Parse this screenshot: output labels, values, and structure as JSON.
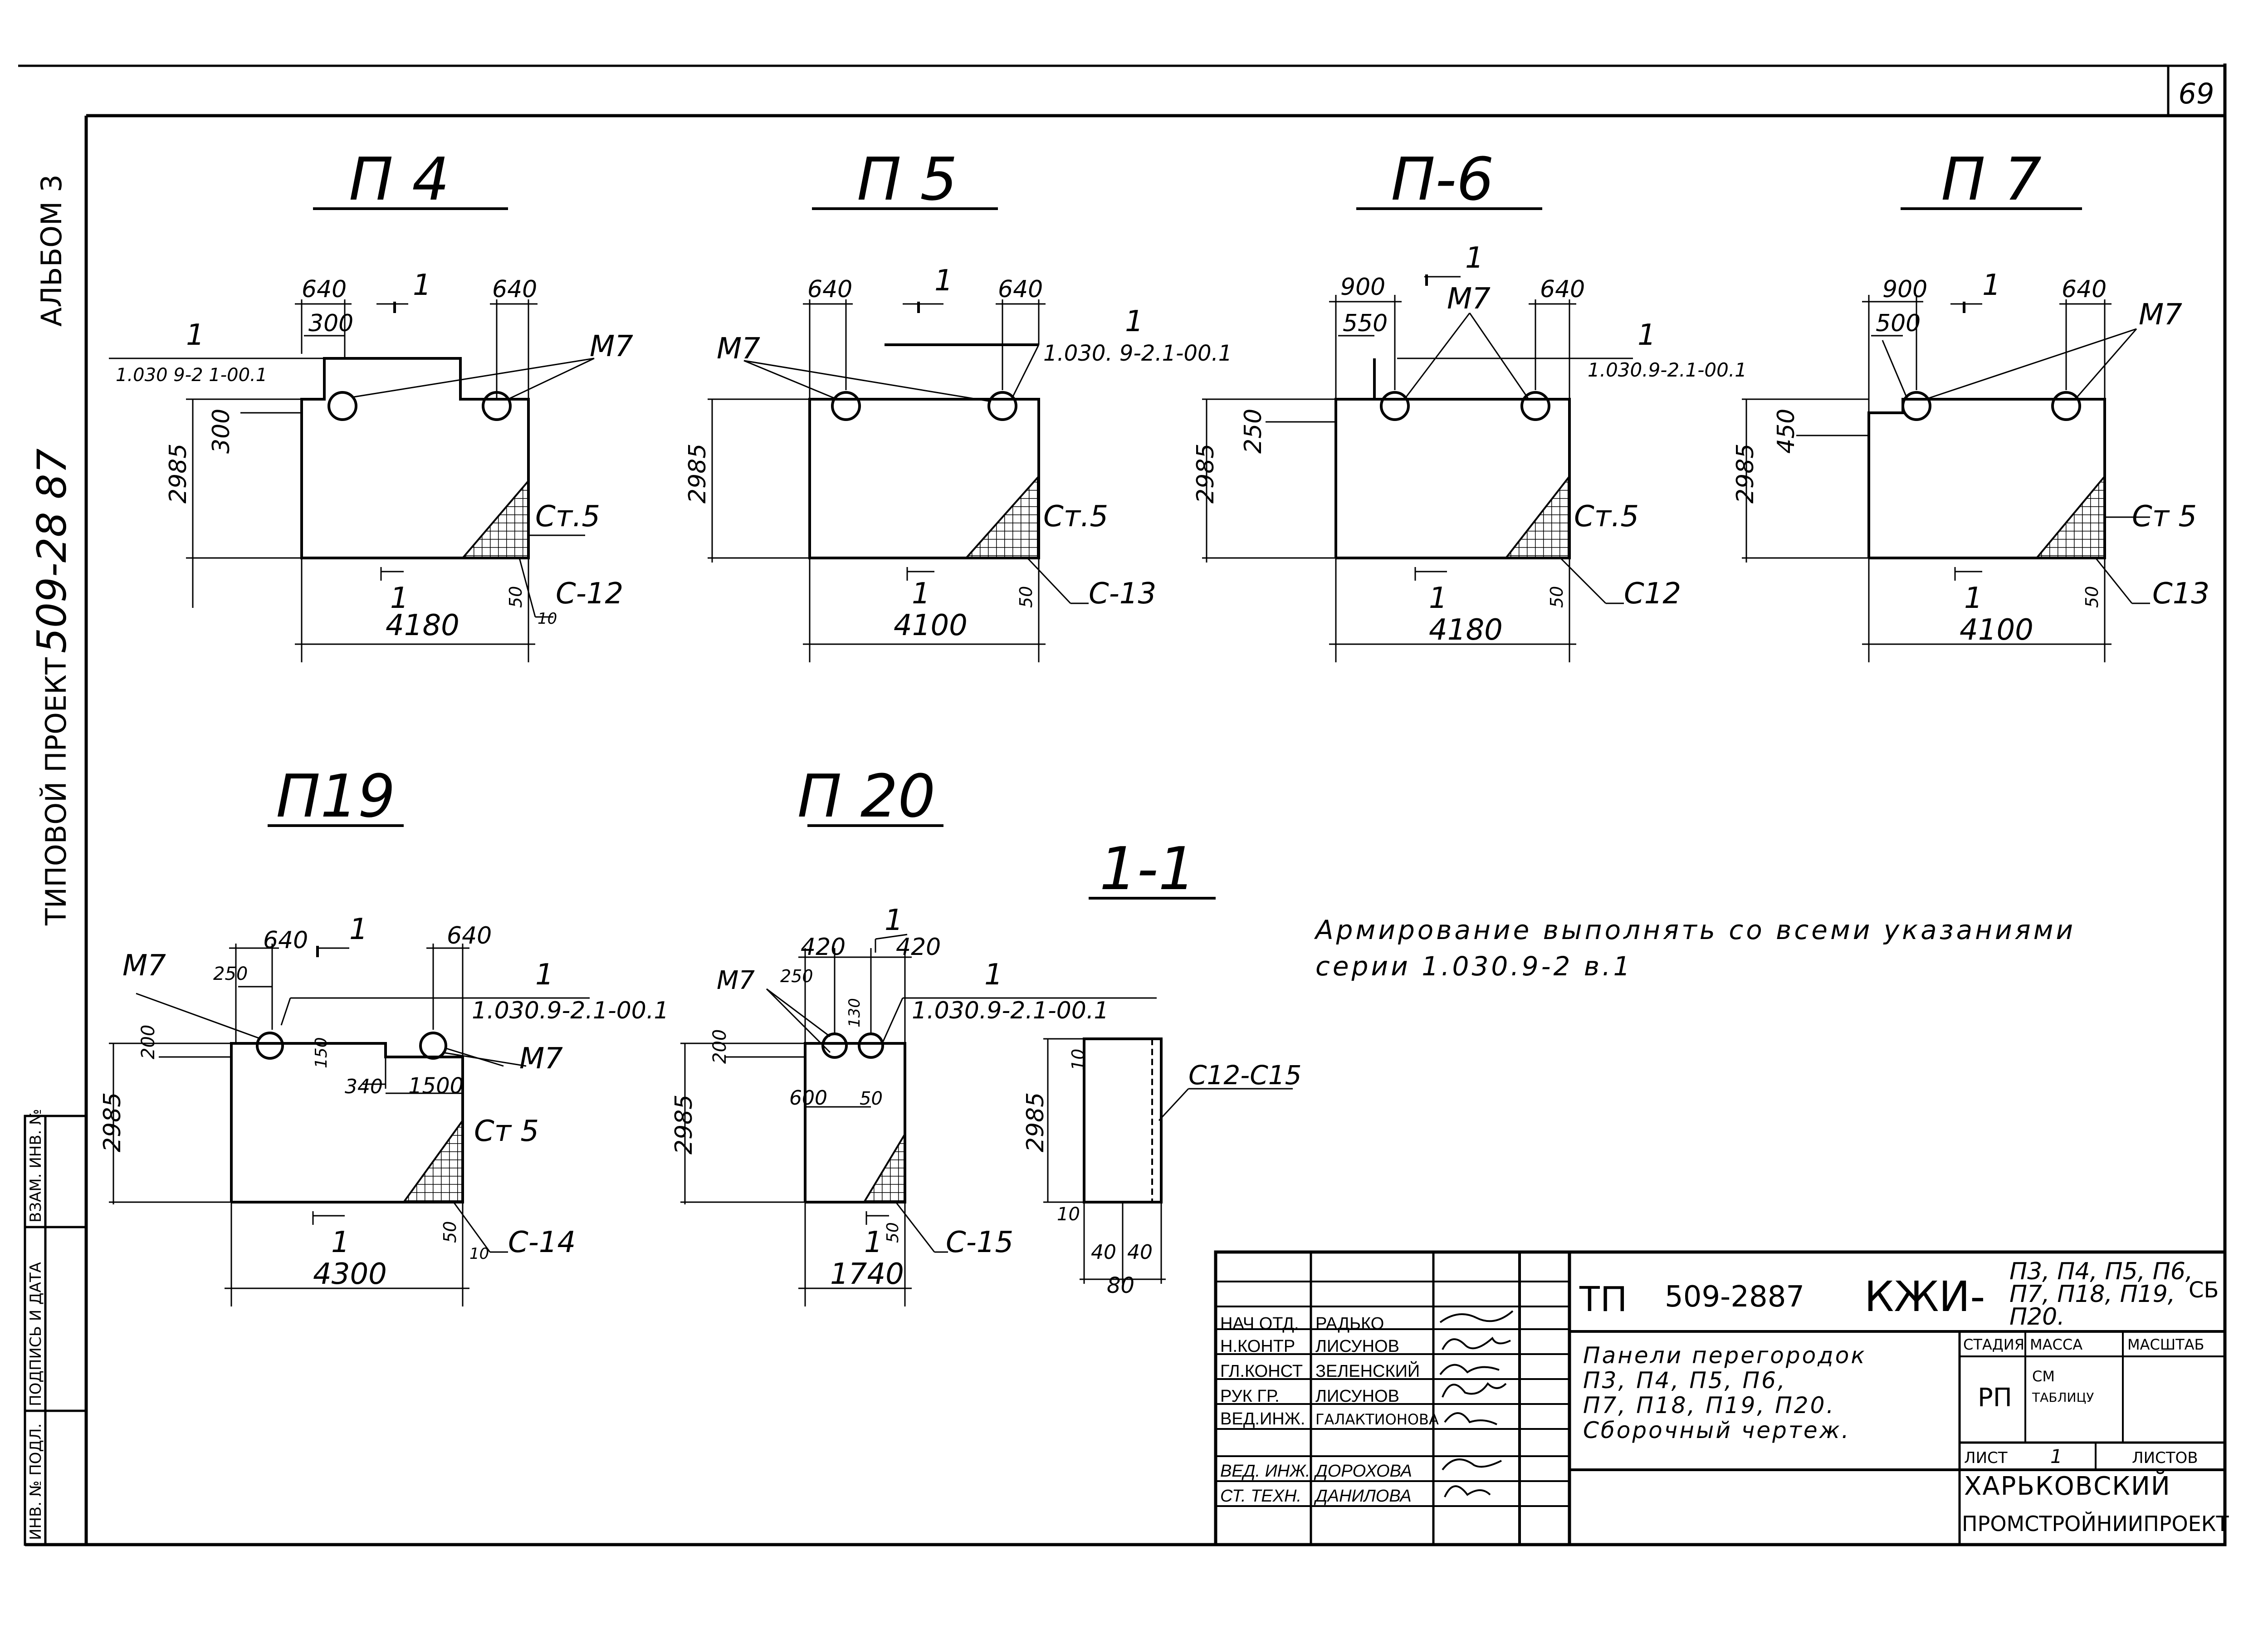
{
  "sheet": {
    "page_number": "69",
    "side_album": "АЛЬБОМ 3",
    "side_number": "509-28 87",
    "side_project": "ТИПОВОЙ ПРОЕКТ"
  },
  "stamps": [
    "ИНВ. № ПОДЛ.",
    "ПОДПИСЬ И ДАТА",
    "ВЗАМ. ИНВ. №"
  ],
  "panels": {
    "p4": {
      "title": "П 4",
      "section": "1",
      "rebar_code": "1.030 9-2 1-00.1",
      "mark": "М7",
      "d640a": "640",
      "d640b": "640",
      "d300": "300",
      "d300v": "300",
      "height": "2985",
      "steel": "Ст.5",
      "net": "С-12",
      "d50": "50",
      "d10": "10",
      "width": "4180"
    },
    "p5": {
      "title": "П 5",
      "section": "1",
      "rebar_code": "1.030. 9-2.1-00.1",
      "mark": "М7",
      "d640a": "640",
      "d640b": "640",
      "height": "2985",
      "steel": "Ст.5",
      "net": "С-13",
      "d50": "50",
      "width": "4100"
    },
    "p6": {
      "title": "П-6",
      "section": "1",
      "rebar_code": "1.030.9-2.1-00.1",
      "mark": "М7",
      "d900": "900",
      "d550": "550",
      "d640": "640",
      "d250": "250",
      "height": "2985",
      "steel": "Ст.5",
      "net": "С12",
      "d50": "50",
      "width": "4180"
    },
    "p7": {
      "title": "П 7",
      "section": "1",
      "mark": "М7",
      "d900": "900",
      "d500": "500",
      "d640": "640",
      "d450": "450",
      "height": "2985",
      "steel": "Ст 5",
      "net": "С13",
      "d50": "50",
      "width": "4100"
    },
    "p19": {
      "title": "П19",
      "section": "1",
      "rebar_code": "1.030.9-2.1-00.1",
      "mark_a": "М7",
      "mark_b": "М7",
      "d640a": "640",
      "d640b": "640",
      "d250": "250",
      "d200": "200",
      "d150": "150",
      "d340": "340",
      "d1500": "1500",
      "height": "2985",
      "steel": "Ст 5",
      "net": "С-14",
      "d50": "50",
      "d10": "10",
      "width": "4300"
    },
    "p20": {
      "title": "П 20",
      "section": "1",
      "rebar_code": "1.030.9-2.1-00.1",
      "mark": "М7",
      "d420a": "420",
      "d420b": "420",
      "d250": "250",
      "d200": "200",
      "d130": "130",
      "d600": "600",
      "d50a": "50",
      "height": "2985",
      "net": "С-15",
      "d50": "50",
      "width": "1740"
    },
    "s11": {
      "title": "1-1",
      "height": "2985",
      "net": "С12-С15",
      "d10a": "10",
      "d10b": "10",
      "d40a": "40",
      "d40b": "40",
      "d80": "80"
    }
  },
  "note": {
    "line1": "Армирование выполнять со всеми указаниями",
    "line2": "серии 1.030.9-2 в.1"
  },
  "titleblock": {
    "tp": "ТП",
    "project_number": "509-2887",
    "code": "КЖИ-",
    "code_list_1": "П3, П4, П5, П6,",
    "code_list_2": "П7, П18, П19,",
    "code_list_3": "П20.",
    "code_suffix": "СБ",
    "roles": [
      {
        "role": "НАЧ ОТД.",
        "name": "РАДЬКО"
      },
      {
        "role": "Н.КОНТР",
        "name": "ЛИСУНОВ"
      },
      {
        "role": "ГЛ.КОНСТ",
        "name": "ЗЕЛЕНСКИЙ"
      },
      {
        "role": "РУК ГР.",
        "name": "ЛИСУНОВ"
      },
      {
        "role": "ВЕД.ИНЖ.",
        "name": "ГАЛАКТИОНОВА"
      },
      {
        "role": "ВЕД. ИНЖ.",
        "name": "ДОРОХОВА"
      },
      {
        "role": "СТ. ТЕХН.",
        "name": "ДАНИЛОВА"
      }
    ],
    "desc_1": "Панели перегородок",
    "desc_2": "П3, П4, П5, П6,",
    "desc_3": "П7, П18, П19, П20.",
    "desc_4": "Сборочный чертеж.",
    "stage_label": "СТАДИЯ",
    "mass_label": "МАССА",
    "scale_label": "МАСШТАБ",
    "stage_value": "РП",
    "mass_value_1": "СМ",
    "mass_value_2": "ТАБЛИЦУ",
    "sheet_label": "ЛИСТ",
    "sheet_value": "1",
    "sheets_label": "ЛИСТОВ",
    "org_1": "ХАРЬКОВСКИЙ",
    "org_2": "ПРОМСТРОЙНИИПРОЕКТ"
  }
}
